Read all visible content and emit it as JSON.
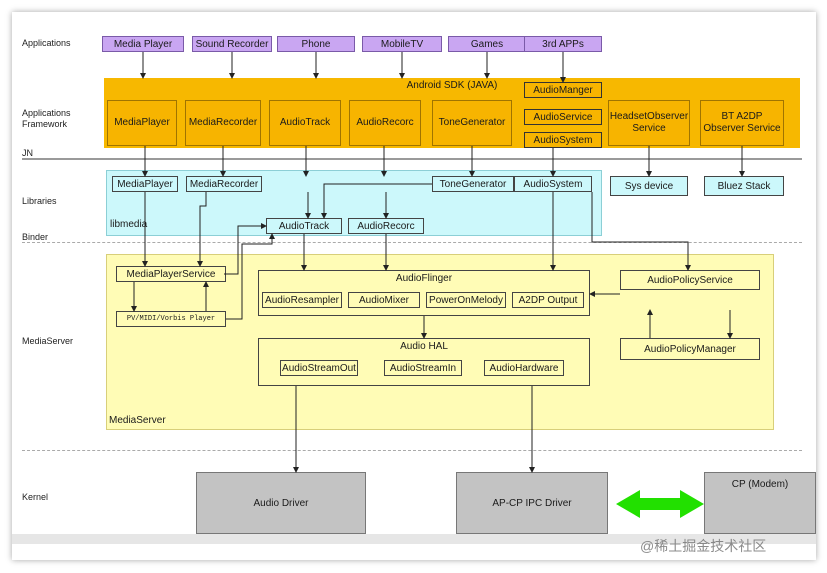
{
  "lanes": {
    "applications": "Applications",
    "framework": "Applications\nFramework",
    "jni": "JN",
    "libraries": "Libraries",
    "binder": "Binder",
    "mediaserver": "MediaServer",
    "kernel": "Kernel"
  },
  "apps": [
    "Media Player",
    "Sound Recorder",
    "Phone",
    "MobileTV",
    "Games",
    "3rd APPs"
  ],
  "framework": {
    "sdk_title": "Android SDK (JAVA)",
    "media_player": "MediaPlayer",
    "media_recorder": "MediaRecorder",
    "audio_track": "AudioTrack",
    "audio_record": "AudioRecorc",
    "tone_generator": "ToneGenerator",
    "audio_manager": "AudioManger",
    "audio_service": "AudioService",
    "audio_system": "AudioSystem",
    "headset_observer": "HeadsetObserver\nService",
    "bt_a2dp": "BT A2DP\nObserver Service"
  },
  "libraries": {
    "libmedia": "libmedia",
    "media_player": "MediaPlayer",
    "media_recorder": "MediaRecorder",
    "tone_generator": "ToneGenerator",
    "audio_system": "AudioSystem",
    "audio_track": "AudioTrack",
    "audio_record": "AudioRecorc",
    "sys_device": "Sys device",
    "bluez_stack": "Bluez Stack"
  },
  "mediaserver": {
    "region_label": "MediaServer",
    "media_player_service": "MediaPlayerService",
    "pv_player": "PV/MIDI/Vorbis Player",
    "audio_flinger": "AudioFlinger",
    "audio_resampler": "AudioResampler",
    "audio_mixer": "AudioMixer",
    "power_on_melody": "PowerOnMelody",
    "a2dp_output": "A2DP Output",
    "audio_hal": "Audio HAL",
    "audio_stream_out": "AudioStreamOut",
    "audio_stream_in": "AudioStreamIn",
    "audio_hardware": "AudioHardware",
    "audio_policy_service": "AudioPolicyService",
    "audio_policy_manager": "AudioPolicyManager"
  },
  "kernel": {
    "audio_driver": "Audio Driver",
    "ap_cp_ipc": "AP-CP IPC Driver",
    "cp_modem": "CP (Modem)"
  },
  "colors": {
    "apps": "#c9a6f2",
    "framework": "#f7b400",
    "libraries": "#ccf8fb",
    "mediaserver": "#fffcb6",
    "kernel": "#c3c3c3",
    "ipc_arrow": "#22e000"
  },
  "watermark": "@稀土掘金技术社区"
}
